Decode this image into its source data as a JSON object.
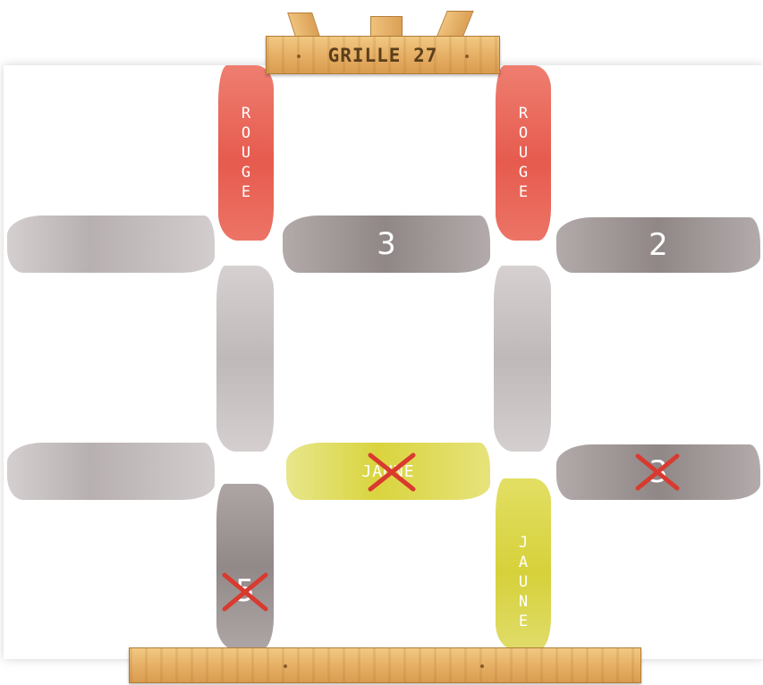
{
  "title": "GRILLE 27",
  "colors": {
    "red": "#e65b4e",
    "yellow": "#d9d43e",
    "gray_light": "#bdb6b6",
    "gray_dark": "#8f8585",
    "cross": "#d93a2f",
    "wood": "#e6b066"
  },
  "grid": {
    "top_left_vertical": {
      "label": "ROUGE",
      "letters": [
        "R",
        "O",
        "U",
        "G",
        "E"
      ],
      "color": "red"
    },
    "top_right_vertical": {
      "label": "ROUGE",
      "letters": [
        "R",
        "O",
        "U",
        "G",
        "E"
      ],
      "color": "red"
    },
    "row1_left": {
      "label": "",
      "color": "gray_light"
    },
    "row1_middle": {
      "label": "3",
      "color": "gray_dark"
    },
    "row1_right": {
      "label": "2",
      "color": "gray_dark"
    },
    "middle_left_vertical": {
      "label": "",
      "color": "gray_light"
    },
    "middle_right_vertical": {
      "label": "",
      "color": "gray_light"
    },
    "row2_left": {
      "label": "",
      "color": "gray_light"
    },
    "row2_middle": {
      "label": "JAUNE",
      "color": "yellow",
      "crossed": true
    },
    "row2_right": {
      "label": "3",
      "color": "gray_dark",
      "crossed": true
    },
    "bottom_left_vertical": {
      "label": "5",
      "color": "gray_dark",
      "crossed": true
    },
    "bottom_right_vertical": {
      "label": "JAUNE",
      "letters": [
        "J",
        "A",
        "U",
        "N",
        "E"
      ],
      "color": "yellow"
    }
  },
  "icons": [
    "easel-sign-icon",
    "cross-mark-icon",
    "wooden-shelf-icon"
  ]
}
